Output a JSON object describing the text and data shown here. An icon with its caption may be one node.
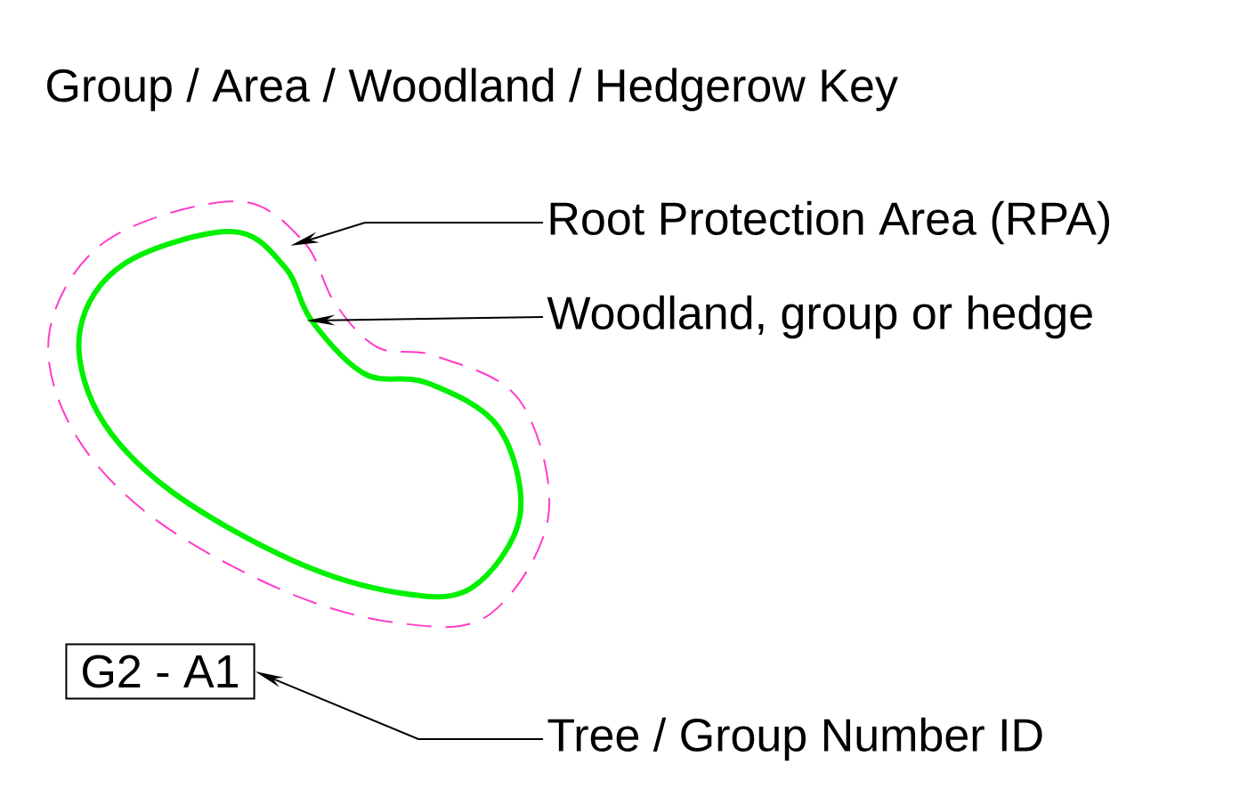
{
  "diagram": {
    "title": "Group / Area / Woodland / Hedgerow Key",
    "nodes": [
      {
        "text": [
          "Root Protection Area (RPA)"
        ]
      },
      {
        "text": [],
        "shape": "outline"
      },
      {
        "text": [
          "Woodland, group or hedge"
        ]
      },
      {
        "text": [],
        "shape": "outline",
        "in": 1
      },
      {
        "text": [
          "G2 - A1"
        ]
      },
      {
        "text": [
          "Tree / Group Number ID"
        ]
      }
    ],
    "edges": [
      {
        "from": 0,
        "to": 1,
        "arrow": "to"
      },
      {
        "from": 2,
        "to": 3,
        "arrow": "to"
      },
      {
        "from": 5,
        "to": 4,
        "arrow": "to"
      }
    ]
  }
}
